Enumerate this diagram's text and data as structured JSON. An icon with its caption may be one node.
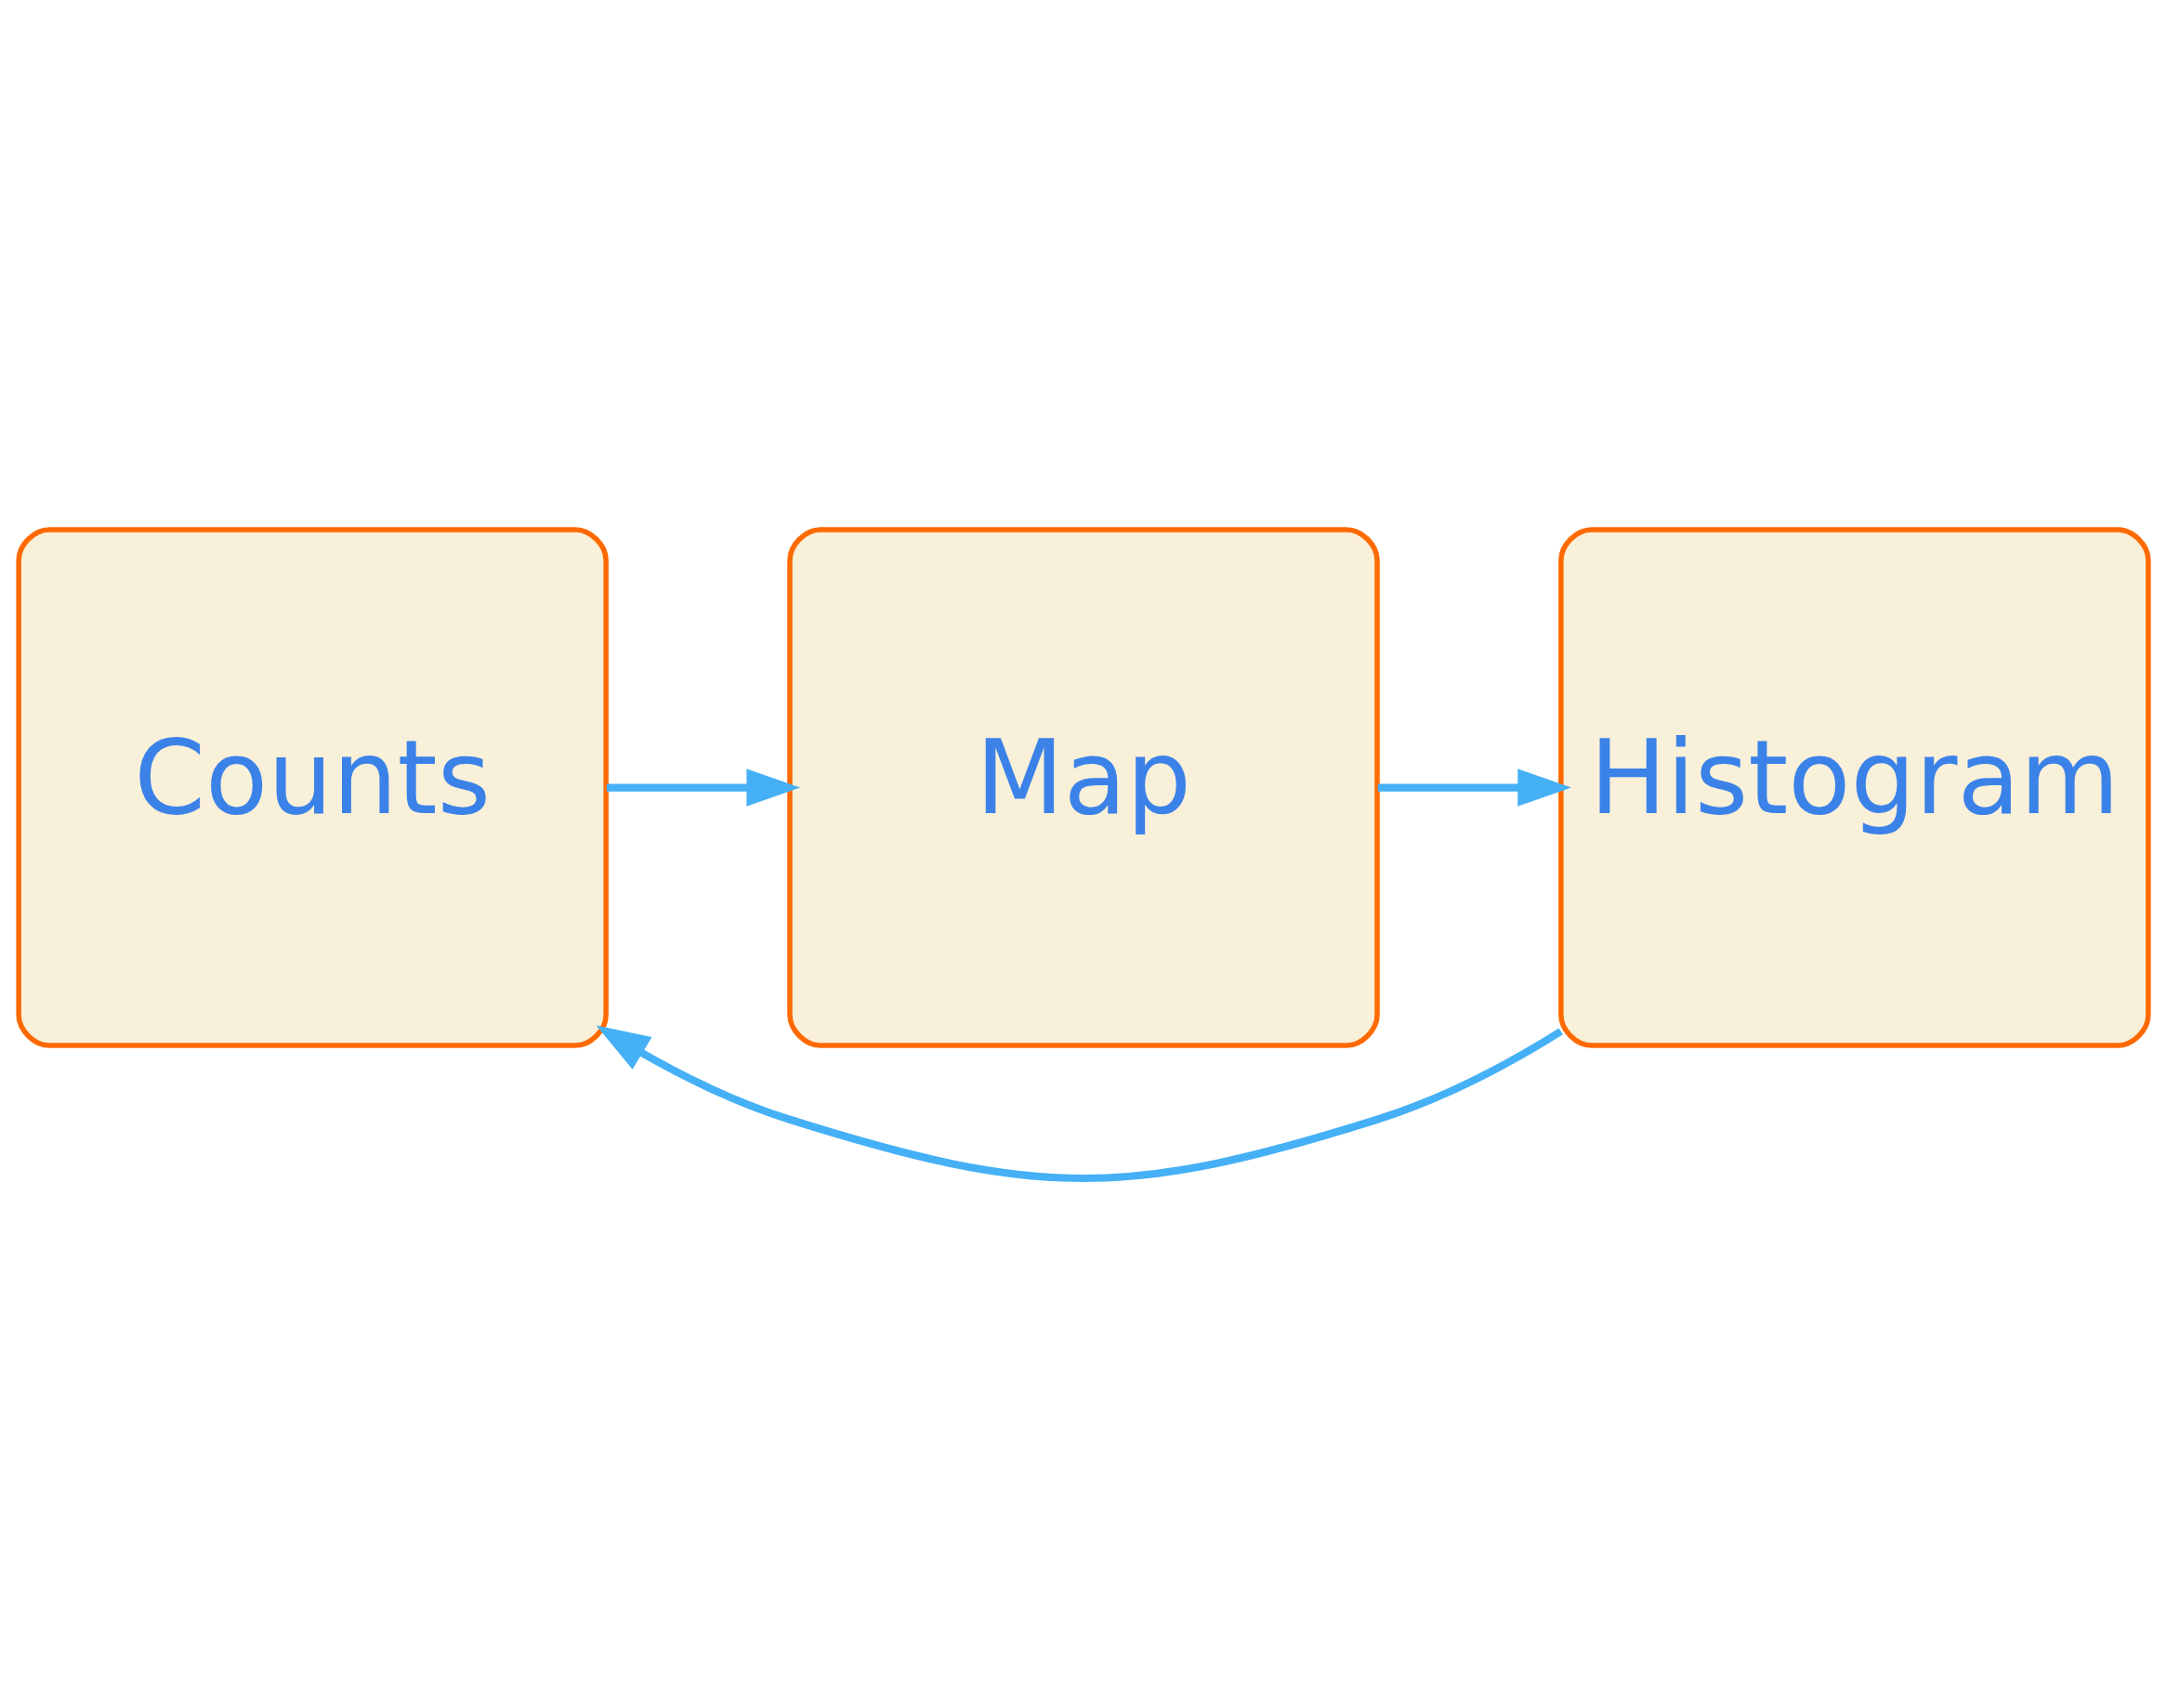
{
  "diagram": {
    "nodes": [
      {
        "text": [
          "Counts"
        ]
      },
      {
        "text": [
          "Map"
        ]
      },
      {
        "text": [
          "Histogram"
        ]
      }
    ],
    "edges": [
      {
        "from": 0,
        "to": 1,
        "arrow": "to"
      },
      {
        "from": 1,
        "to": 2,
        "arrow": "to"
      },
      {
        "from": 2,
        "to": 0,
        "arrow": "to"
      }
    ]
  }
}
